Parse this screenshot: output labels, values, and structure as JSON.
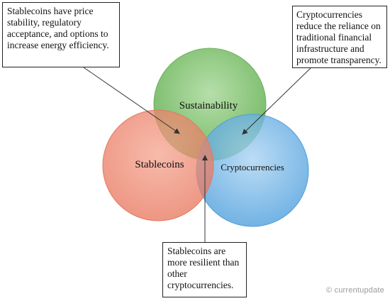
{
  "circles": {
    "sustainability": {
      "label": "Sustainability",
      "color": "#6fbd5e"
    },
    "stablecoins": {
      "label": "Stablecoins",
      "color": "#ea7d62"
    },
    "cryptocurrencies": {
      "label": "Cryptocurrencies",
      "color": "#56a6e0"
    }
  },
  "callouts": {
    "stablecoins_benefits": "Stablecoins have price stability, regulatory acceptance, and options to increase energy efficiency.",
    "crypto_benefits": "Cryptocurrencies reduce the reliance on traditional financial infrastructure and promote transparency.",
    "resilience": "Stablecoins are more resilient than other cryptocurrencies."
  },
  "watermark": "© currentupdate"
}
